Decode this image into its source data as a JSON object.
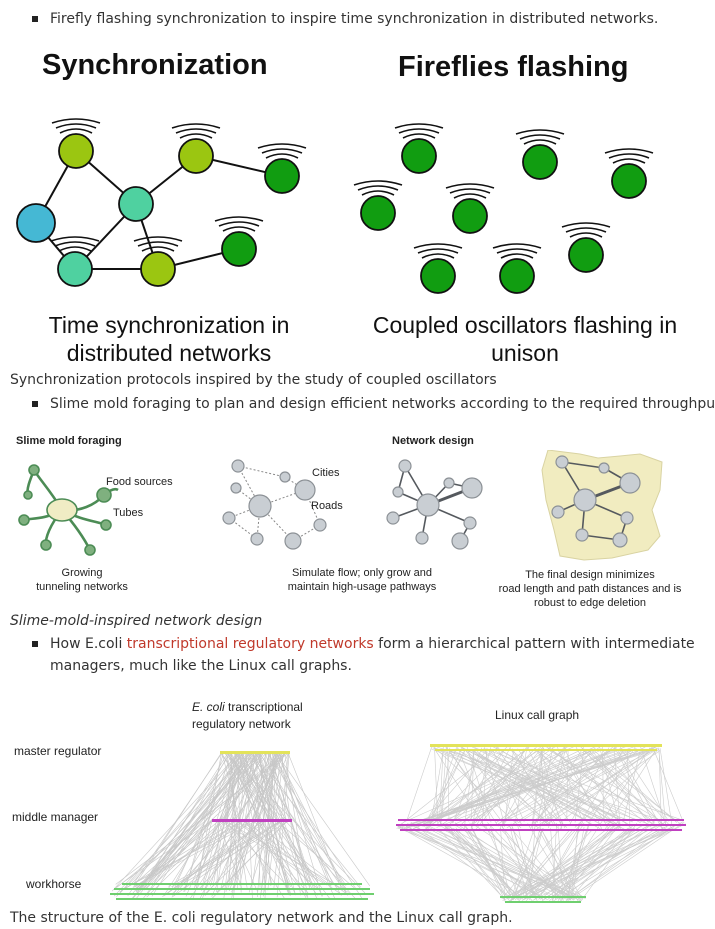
{
  "bullets": {
    "fireflies": "Firefly flashing synchronization to inspire time synchronization in distributed networks.",
    "slime": "Slime mold foraging to plan and design efficient networks according to the required throughputs.",
    "ecoli_pre": "How E.coli ",
    "ecoli_link": "transcriptional regulatory networks",
    "ecoli_post": " form a hierarchical pattern with intermediate",
    "ecoli_line2": "managers, much like the Linux call graphs."
  },
  "figure1": {
    "left_title": "Synchronization",
    "right_title": "Fireflies flashing",
    "left_sub_line1": "Time synchronization in",
    "left_sub_line2": "distributed networks",
    "right_sub_line1": "Coupled oscillators flashing in",
    "right_sub_line2": "unison",
    "caption": "Synchronization protocols inspired by the study of coupled oscillators",
    "colors": {
      "yellow_green": "#9bc611",
      "green": "#119d11",
      "teal": "#4fd1a0",
      "blue": "#45b8d4"
    }
  },
  "figure2": {
    "left_head": "Slime mold foraging",
    "right_head": "Network design",
    "food_sources": "Food sources",
    "tubes": "Tubes",
    "cities": "Cities",
    "roads": "Roads",
    "growing_line1": "Growing",
    "growing_line2": "tunneling networks",
    "simulate_line1": "Simulate flow; only grow and",
    "simulate_line2": "maintain high-usage pathways",
    "final_line1": "The final design minimizes",
    "final_line2": "road length and path distances and is",
    "final_line3": "robust to edge deletion",
    "caption": "Slime-mold-inspired network design"
  },
  "figure3": {
    "ecoli_title_italic": "E. coli",
    "ecoli_title_rest": " transcriptional",
    "ecoli_title_line2": "regulatory network",
    "linux_title": "Linux call graph",
    "level_master": "master regulator",
    "level_middle": "middle manager",
    "level_work": "workhorse",
    "caption": "The structure of the E. coli regulatory network and the Linux call graph."
  }
}
